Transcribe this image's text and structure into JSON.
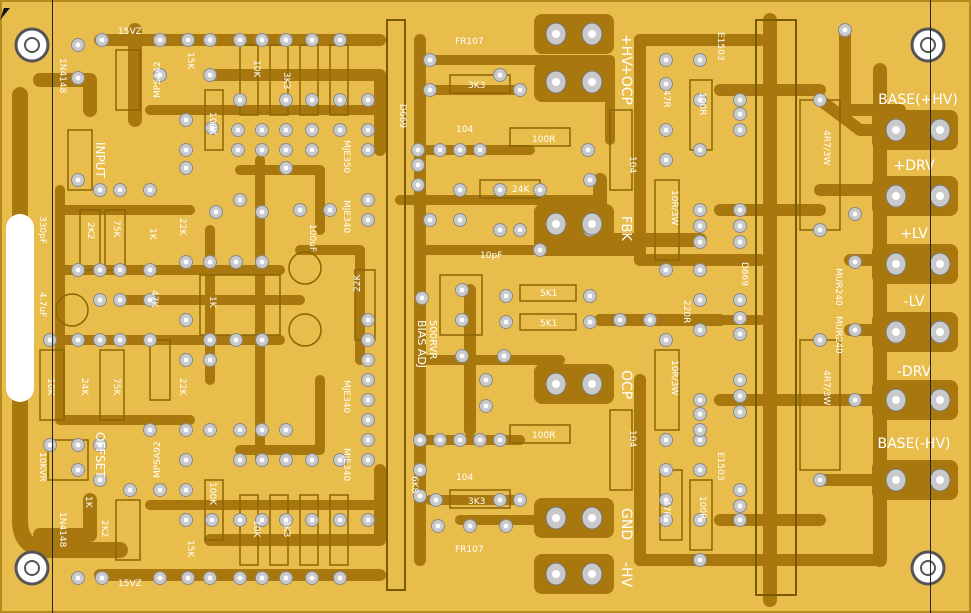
{
  "board_labels": {
    "hv_pos": "+HV",
    "ocp_top": "+OCP",
    "hv_neg": "-HV",
    "gnd": "GND",
    "ocp_mid": "OCP",
    "fbk": "FBK",
    "input": "INPUT",
    "offset": "OFFSET",
    "bias_adj": "BIAS ADJ",
    "bias_pot": "500RVR"
  },
  "connector_labels": [
    "BASE(+HV)",
    "+DRV",
    "+LV",
    "-LV",
    "-DRV",
    "BASE(-HV)"
  ],
  "components": {
    "fr107_top": "FR107",
    "fr107_bottom": "FR107",
    "zener_top": "15VZ",
    "zener_bottom": "15VZ",
    "diode_1n4148_top": "1N4148",
    "diode_1n4148_bottom": "1N4148",
    "mpsa42": "MPSA42",
    "mpsa92": "MPSA92",
    "mje350": "MJE350",
    "mje340_top": "MJE340",
    "mje340_bottom": "MJE340",
    "mje340_mid": "MJE340",
    "d669_top": "D669",
    "d669_right": "D669",
    "e1503_top": "E1503",
    "e1503_bottom": "E1503",
    "mur240_top": "MUR240",
    "mur240_bottom": "MUR240",
    "r_4r7_3w_top": "4R7/3W",
    "r_4r7_3w_bottom": "4R7/3W",
    "r_10r_3w_top": "10R/3W",
    "r_10r_3w_bottom": "10R/3W",
    "offset_pot": "10KVR",
    "cap_330pf": "330pF",
    "cap_100uf": "100uF",
    "cap_47uf": "4.7uF",
    "cap_10pf": "10pF",
    "cap_104_a": "104",
    "cap_104_b": "104",
    "cap_104_c": "104",
    "cap_104_d": "104",
    "r_100r_a": "100R",
    "r_100r_b": "100R",
    "r_100r_c": "100R",
    "r_100r_d": "100R",
    "r_3k3_a": "3K3",
    "r_3k3_b": "3K3",
    "r_3k3_c": "3K3",
    "r_3k3_d": "3K3",
    "r_15k_a": "15K",
    "r_15k_b": "15K",
    "r_10k_a": "10K",
    "r_10k_b": "10K",
    "r_10k_c": "10K",
    "r_100k_a": "100K",
    "r_100k_b": "100K",
    "r_22k_a": "22K",
    "r_22k_b": "22K",
    "r_22k_c": "22K",
    "r_24k_a": "24K",
    "r_24k_b": "24K",
    "r_1k_a": "1K",
    "r_1k_b": "1K",
    "r_1k_c": "1K",
    "r_2k2_a": "2K2",
    "r_2k2_b": "2K2",
    "r_5k1_a": "5K1",
    "r_5k1_b": "5K1",
    "r_47r_a": "47R",
    "r_47r_b": "47R",
    "r_47k_a": "47K",
    "r_6k8": "6K8",
    "r_220r": "220R",
    "r_75k_a": "75K",
    "r_75k_b": "75K"
  },
  "colors": {
    "board": "#e9bd4c",
    "trace": "#a8780e",
    "pad": "#c9c9c9",
    "pad_hole": "#ffffff",
    "silk": "#ffffff",
    "component_outline": "#8a6405",
    "edge": "#222222"
  }
}
